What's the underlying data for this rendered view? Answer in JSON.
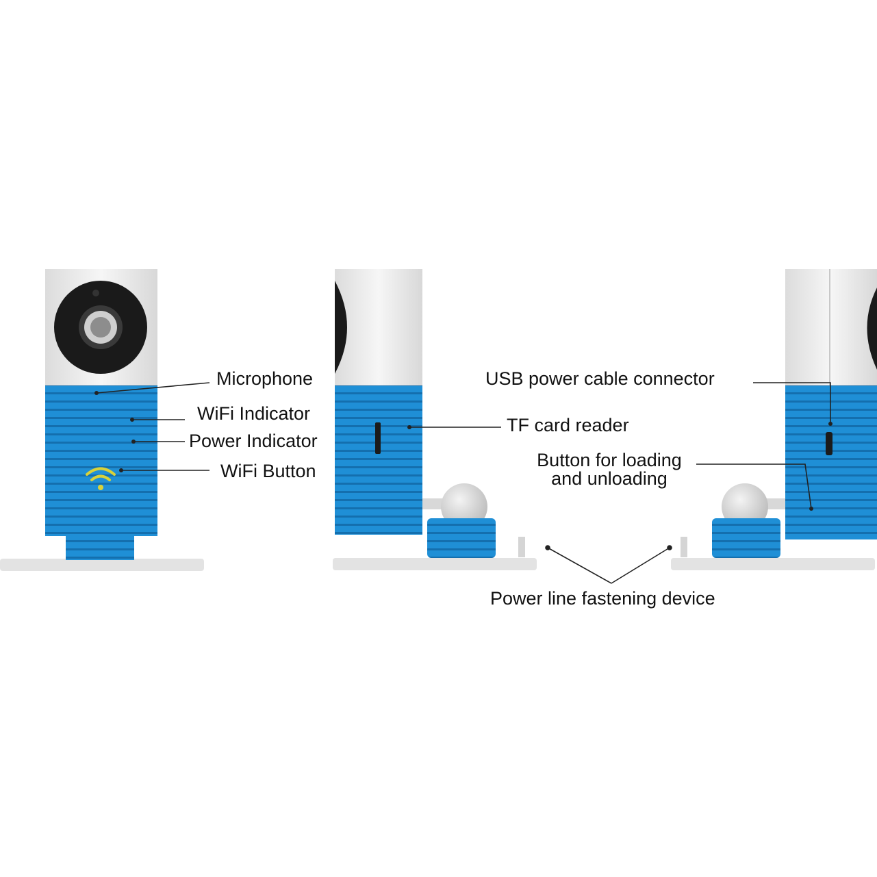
{
  "colors": {
    "body_blue": "#1f8fd6",
    "body_blue_dark": "#146fae",
    "body_white": "#eeeeee",
    "lens_black": "#1a1a1a",
    "stand_grey": "#e3e3e3",
    "wifi_yellow": "#d8d23a",
    "leader_line": "#222222"
  },
  "labels": {
    "microphone": "Microphone",
    "wifi_indicator": "WiFi Indicator",
    "power_indicator": "Power Indicator",
    "wifi_button": "WiFi Button",
    "tf_card_reader": "TF card reader",
    "usb_connector": "USB power cable connector",
    "loading_button_line1": "Button for loading",
    "loading_button_line2": "and unloading",
    "power_line_device": "Power line fastening device"
  },
  "icons": {
    "wifi_symbol": "wifi-icon",
    "camera_lens": "camera-lens-icon"
  }
}
